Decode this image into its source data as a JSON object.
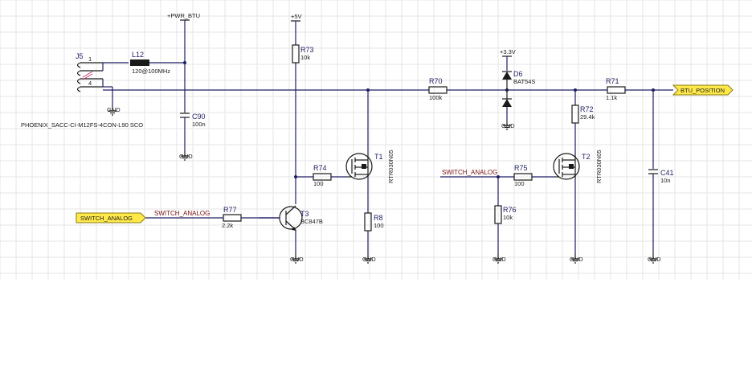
{
  "labels": {
    "pwr_btu": "+PWR_BTU",
    "p5v": "+5V",
    "p3v3": "+3.3V",
    "gnd": "GND",
    "switch_analog": "SWITCH_ANALOG",
    "btu_position": "BTU_POSITION",
    "connector_part": "PHOENIX_SACC-CI-M12FS-4CON-L90 SCO",
    "pin1": "1",
    "pin4": "4"
  },
  "parts": {
    "j5": {
      "ref": "J5"
    },
    "l12": {
      "ref": "L12",
      "value": "120@100MHz"
    },
    "c90": {
      "ref": "C90",
      "value": "100n"
    },
    "r73": {
      "ref": "R73",
      "value": "10k"
    },
    "r74": {
      "ref": "R74",
      "value": "100"
    },
    "r77": {
      "ref": "R77",
      "value": "2.2k"
    },
    "t3": {
      "ref": "T3",
      "value": "BC847B"
    },
    "t1": {
      "ref": "T1",
      "value": "RTR030N05"
    },
    "r8": {
      "ref": "R8",
      "value": "100"
    },
    "r70": {
      "ref": "R70",
      "value": "100k"
    },
    "d6": {
      "ref": "D6",
      "value": "BAT54S"
    },
    "r71": {
      "ref": "R71",
      "value": "1.1k"
    },
    "r72": {
      "ref": "R72",
      "value": "29.4k"
    },
    "t2": {
      "ref": "T2",
      "value": "RTR030N05"
    },
    "r75": {
      "ref": "R75",
      "value": "100"
    },
    "r76": {
      "ref": "R76",
      "value": "10k"
    },
    "c41": {
      "ref": "C41",
      "value": "10n"
    }
  },
  "colors": {
    "wire": "#1e1e64",
    "net_label": "#7a1010",
    "port_fill": "#ffe94a",
    "grid": "#e6e6e6"
  }
}
